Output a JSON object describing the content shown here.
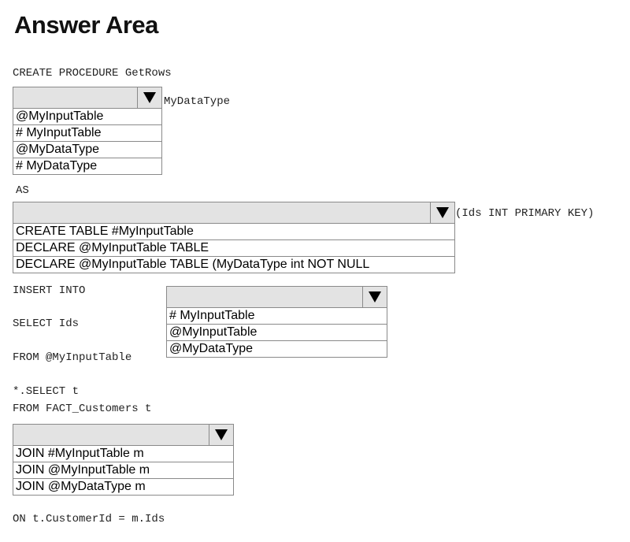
{
  "title": "Answer Area",
  "code": {
    "line1": "CREATE PROCEDURE GetRows",
    "after_dd1": "MyDataType",
    "as": "AS",
    "after_dd2": "(Ids INT PRIMARY KEY)",
    "insert_into": "INSERT INTO",
    "select_ids": "SELECT Ids",
    "from_input": "FROM @MyInputTable",
    "select_t": "*.SELECT t",
    "from_fact": "FROM FACT_Customers t",
    "on_clause": "ON t.CustomerId = m.Ids"
  },
  "dropdowns": [
    {
      "selected": "",
      "options": [
        "@MyInputTable",
        "# MyInputTable",
        "@MyDataType",
        "# MyDataType"
      ]
    },
    {
      "selected": "",
      "options": [
        "CREATE TABLE #MyInputTable",
        "DECLARE @MyInputTable TABLE",
        "DECLARE @MyInputTable TABLE (MyDataType int NOT NULL"
      ]
    },
    {
      "selected": "",
      "options": [
        "# MyInputTable",
        "@MyInputTable",
        "@MyDataType"
      ]
    },
    {
      "selected": "",
      "options": [
        "JOIN #MyInputTable m",
        "JOIN @MyInputTable m",
        "JOIN @MyDataType m"
      ]
    }
  ],
  "icons": {
    "dropdown_arrow": "triangle-down-icon"
  },
  "colors": {
    "dropdown_header": "#e3e3e3",
    "border": "#8a8a8a"
  }
}
